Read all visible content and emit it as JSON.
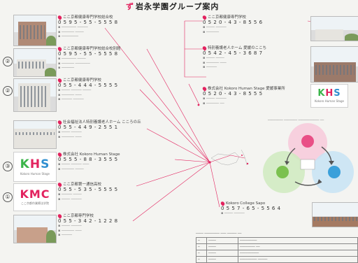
{
  "title": "岩永学園グループ案内",
  "badges": [
    "②",
    "②",
    "③",
    "①"
  ],
  "logos": {
    "khs_left": {
      "text": "KHS",
      "sub": "Kokoro Human Stage"
    },
    "kmc": {
      "text": "KMC",
      "sub": "ここ京都作業療法学院"
    },
    "khs_right": {
      "text": "KHS",
      "sub": "Kokoro Human Stage"
    }
  },
  "entries": {
    "left1": {
      "name": "ここ京都健康専門学校総合校",
      "tel": "0 5 9 5 - 5 5 - 5 5 5 8"
    },
    "left2": {
      "name": "ここ京都健康専門学校総合校別館",
      "tel": "0 5 9 5 - 5 5 - 5 5 5 8"
    },
    "left3": {
      "name": "ここ京都健康専門学校",
      "tel": "0 5 5 - 4 4 4 - 5 5 5 5"
    },
    "left4": {
      "name": "社会福祉法人特別養護老人ホーム こころの丘",
      "tel": "0 5 5 - 4 4 9 - 2 5 5 1"
    },
    "left5": {
      "name": "株式会社 Kokoro Human Stage",
      "tel": "0 5 5 5 - 8 8 - 3 5 5 5"
    },
    "left6": {
      "name": "ここ京都第一通信高校",
      "tel": "0 5 5 - 5 3 5 - 5 5 5 5"
    },
    "left7": {
      "name": "ここ京都専門学校",
      "tel": "0 5 5 - 3 4 2 - 1 2 2 8"
    },
    "right1": {
      "name": "ここ京都健康専門学校",
      "tel": "0 5 2 0 - 4 3 - 8 5 5 6"
    },
    "right2": {
      "name": "特別養護老人ホーム 愛媛のここち",
      "tel": "0 5 4 2 - 4 5 - 3 6 8 7"
    },
    "right3": {
      "name": "株式会社 Kokoro Human Stage 愛媛事業所",
      "tel": "0 5 2 0 - 4 3 - 8 5 5 5"
    },
    "bottom": {
      "name": "Kokoro College Sapo",
      "tel": "0 5 5 7 - 6 5 - 5 5 6 4"
    }
  },
  "colors": {
    "accent": "#e2235f"
  }
}
